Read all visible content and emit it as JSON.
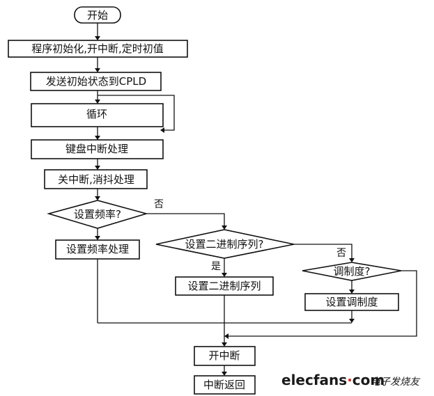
{
  "nodes": {
    "start": "开始",
    "init": "程序初始化,开中断,定时初值",
    "send": "发送初始状态到CPLD",
    "loop": "循环",
    "keyboard": "键盘中断处理",
    "disable": "关中断,消抖处理",
    "q_freq": "设置频率?",
    "do_freq": "设置频率处理",
    "q_binary": "设置二进制序列?",
    "do_binary": "设置二进制序列",
    "q_mod": "调制度?",
    "do_mod": "设置调制度",
    "enable": "开中断",
    "ret": "中断返回"
  },
  "edge_labels": {
    "freq_no": "否",
    "binary_yes": "是",
    "binary_no": "否"
  },
  "watermark": {
    "site_a": "elecfans",
    "site_dot": "·",
    "site_b": "com",
    "cn": "电子发烧友",
    "color_main": "#1a1a1a",
    "color_dot": "#d9261c"
  }
}
